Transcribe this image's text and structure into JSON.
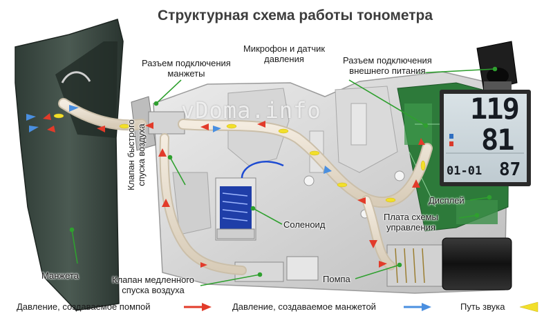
{
  "title": "Структурная схема работы тонометра",
  "watermark": "vDoma.info",
  "display": {
    "systolic": "119",
    "diastolic": "81",
    "date": "01-01",
    "pulse": "87"
  },
  "labels": {
    "cuff_connector": [
      "Разъем подключения",
      "манжеты"
    ],
    "mic_sensor": [
      "Микрофон и датчик",
      "давления"
    ],
    "power_connector": [
      "Разъем подключения",
      "внешнего питания"
    ],
    "fast_valve": [
      "Клапан быстрого",
      "спуска воздуха"
    ],
    "solenoid": "Соленоид",
    "display": "Дисплей",
    "control_board": [
      "Плата схемы",
      "управления"
    ],
    "cuff": "Манжета",
    "slow_valve": [
      "Клапан медленного",
      "спуска воздуха"
    ],
    "pump": "Помпа"
  },
  "legend": [
    {
      "text": "Давление, создаваемое помпой",
      "color": "#e23b2a"
    },
    {
      "text": "Давление, создаваемое манжетой",
      "color": "#4a8fe0"
    },
    {
      "text": "Путь звука",
      "color": "#f2df2a"
    }
  ],
  "colors": {
    "pointer": "#2fa02f",
    "pump_flow": "#e23b2a",
    "cuff_flow": "#4a8fe0",
    "sound": "#f2df2a"
  }
}
